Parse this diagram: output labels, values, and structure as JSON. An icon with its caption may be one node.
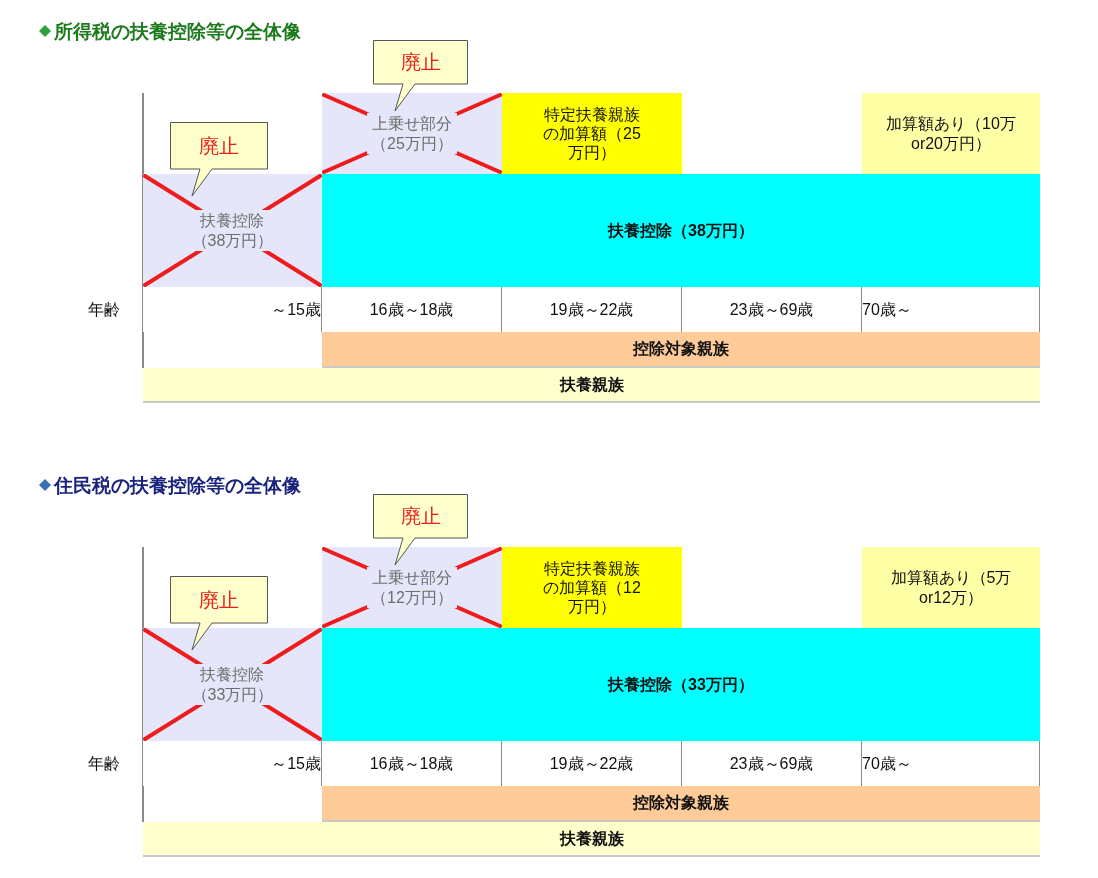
{
  "diagram": {
    "nodes": [
      {
        "text": [
          "廃止"
        ]
      },
      {
        "text": [
          "上乗せ部分（25万円）"
        ]
      },
      {
        "text": [
          "特定扶養親族の加算額（25万円）"
        ]
      },
      {
        "text": [
          "加算額あり（10万or20万円）"
        ]
      },
      {
        "text": [
          "廃止"
        ]
      },
      {
        "text": [
          "扶養控除（38万円）"
        ]
      },
      {
        "text": [
          "扶養控除（38万円）"
        ]
      },
      {
        "text": [
          "～15歳"
        ]
      },
      {
        "text": [
          "16歳～18歳"
        ]
      },
      {
        "text": [
          "19歳～22歳"
        ]
      },
      {
        "text": [
          "23歳～69歳"
        ]
      },
      {
        "text": [
          "70歳～"
        ]
      },
      {
        "text": [
          "控除対象親族"
        ]
      },
      {
        "text": [
          "扶養親族"
        ]
      },
      {
        "text": [
          "廃止"
        ]
      },
      {
        "text": [
          "上乗せ部分（12万円）"
        ]
      },
      {
        "text": [
          "特定扶養親族の加算額（12万円）"
        ]
      },
      {
        "text": [
          "加算額あり（5万or12万）"
        ]
      },
      {
        "text": [
          "廃止"
        ]
      },
      {
        "text": [
          "扶養控除（33万円）"
        ]
      },
      {
        "text": [
          "扶養控除（33万円）"
        ]
      },
      {
        "text": [
          "～15歳"
        ]
      },
      {
        "text": [
          "16歳～18歳"
        ]
      },
      {
        "text": [
          "19歳～22歳"
        ]
      },
      {
        "text": [
          "23歳～69歳"
        ]
      },
      {
        "text": [
          "70歳～"
        ]
      },
      {
        "text": [
          "控除対象親族"
        ]
      },
      {
        "text": [
          "扶養親族"
        ]
      }
    ],
    "labels": [
      "所得税の扶養控除等の全体像",
      "年齢",
      "住民税の扶養控除等の全体像",
      "年齢"
    ]
  }
}
